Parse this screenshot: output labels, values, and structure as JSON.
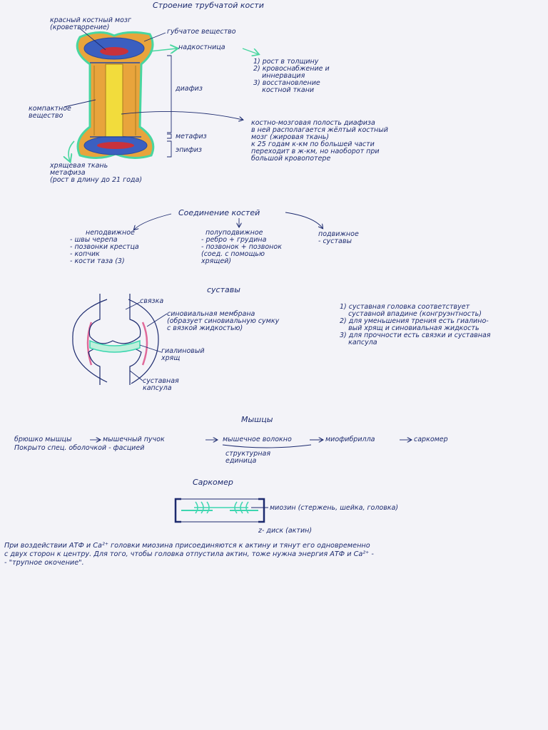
{
  "bone": {
    "title": "Строение трубчатой кости",
    "label_red_marrow": "красный костный мозг\n(кроветворение)",
    "label_spongy": "губчатое вещество",
    "label_periosteum": "надкостница",
    "periosteum_functions": "1) рост в толщину\n2) кровоснабжение и\n    иннервация\n3) восстановление\n    костной ткани",
    "label_diaphysis": "диафиз",
    "label_compact": "компактное\nвещество",
    "label_metaphysis": "метафиз",
    "label_epiphysis": "эпифиз",
    "cavity_note": "костно-мозговая полость диафиза\nв ней располагается жёлтый костный\nмозг (жировая ткань)\nк 25 годам к-км по большей части\nпереходит в ж-км, но наоборот при\nбольшой кровопотере",
    "cartilage_note": "хрящевая ткань\nметафиза\n(рост в длину до 21 года)"
  },
  "joints": {
    "title": "Соединение костей",
    "fixed_heading": "неподвижное",
    "fixed_items": "- швы черепа\n- позвонки крестца\n- копчик\n- кости таза (3)",
    "semi_heading": "полуподвижное",
    "semi_items": "- ребро + грудина\n- позвонок + позвонок\n(соед. с помощью\nхрящей)",
    "mobile_heading": "подвижное",
    "mobile_items": "- суставы"
  },
  "joint_diagram": {
    "title": "суставы",
    "label_ligament": "связка",
    "label_synovial": "синовиальная мембрана\n(образует синовиальную сумку\nс вязкой жидкостью)",
    "label_cartilage": "гиалиновый\nхрящ",
    "label_capsule": "суставная\nкапсула",
    "notes": "1) суставная головка соответствует\n    суставной впадине (конгруэнтность)\n2) для уменьшения трения есть гиалино-\n    вый хрящ и синовиальная жидкость\n3) для прочности есть связки и суставная\n    капсула"
  },
  "muscles": {
    "title": "Мышцы",
    "chain_1": "брюшко мышцы",
    "chain_2": "мышечный пучок",
    "chain_3": "мышечное волокно",
    "chain_4": "миофибрилла",
    "chain_5": "саркомер",
    "fascia": "Покрыто спец. оболочкой - фасцией",
    "structural_unit": "структурная\nединица"
  },
  "sarcomere": {
    "title": "Саркомер",
    "label_myosin": "миозин (стержень, шейка, головка)",
    "label_z_disc": "z- диск (актин)",
    "paragraph": "При воздействии АТФ и Са²⁺ головки миозина присоединяются к актину и тянут его одновременно\nс двух сторон к центру. Для того, чтобы головка отпустила актин, тоже нужна энергия АТФ и Са²⁺ -\n- \"трупное окочение\"."
  },
  "colors": {
    "ink": "#1c2a6e",
    "spongy_bone": "#e8a43c",
    "marrow_blue": "#3b5fc0",
    "red_marrow": "#c8323c",
    "yellow_marrow": "#f2dc3c",
    "periosteum": "#49d6a0",
    "synovial": "#e06a9a",
    "myofilament": "#3ed6b0"
  }
}
